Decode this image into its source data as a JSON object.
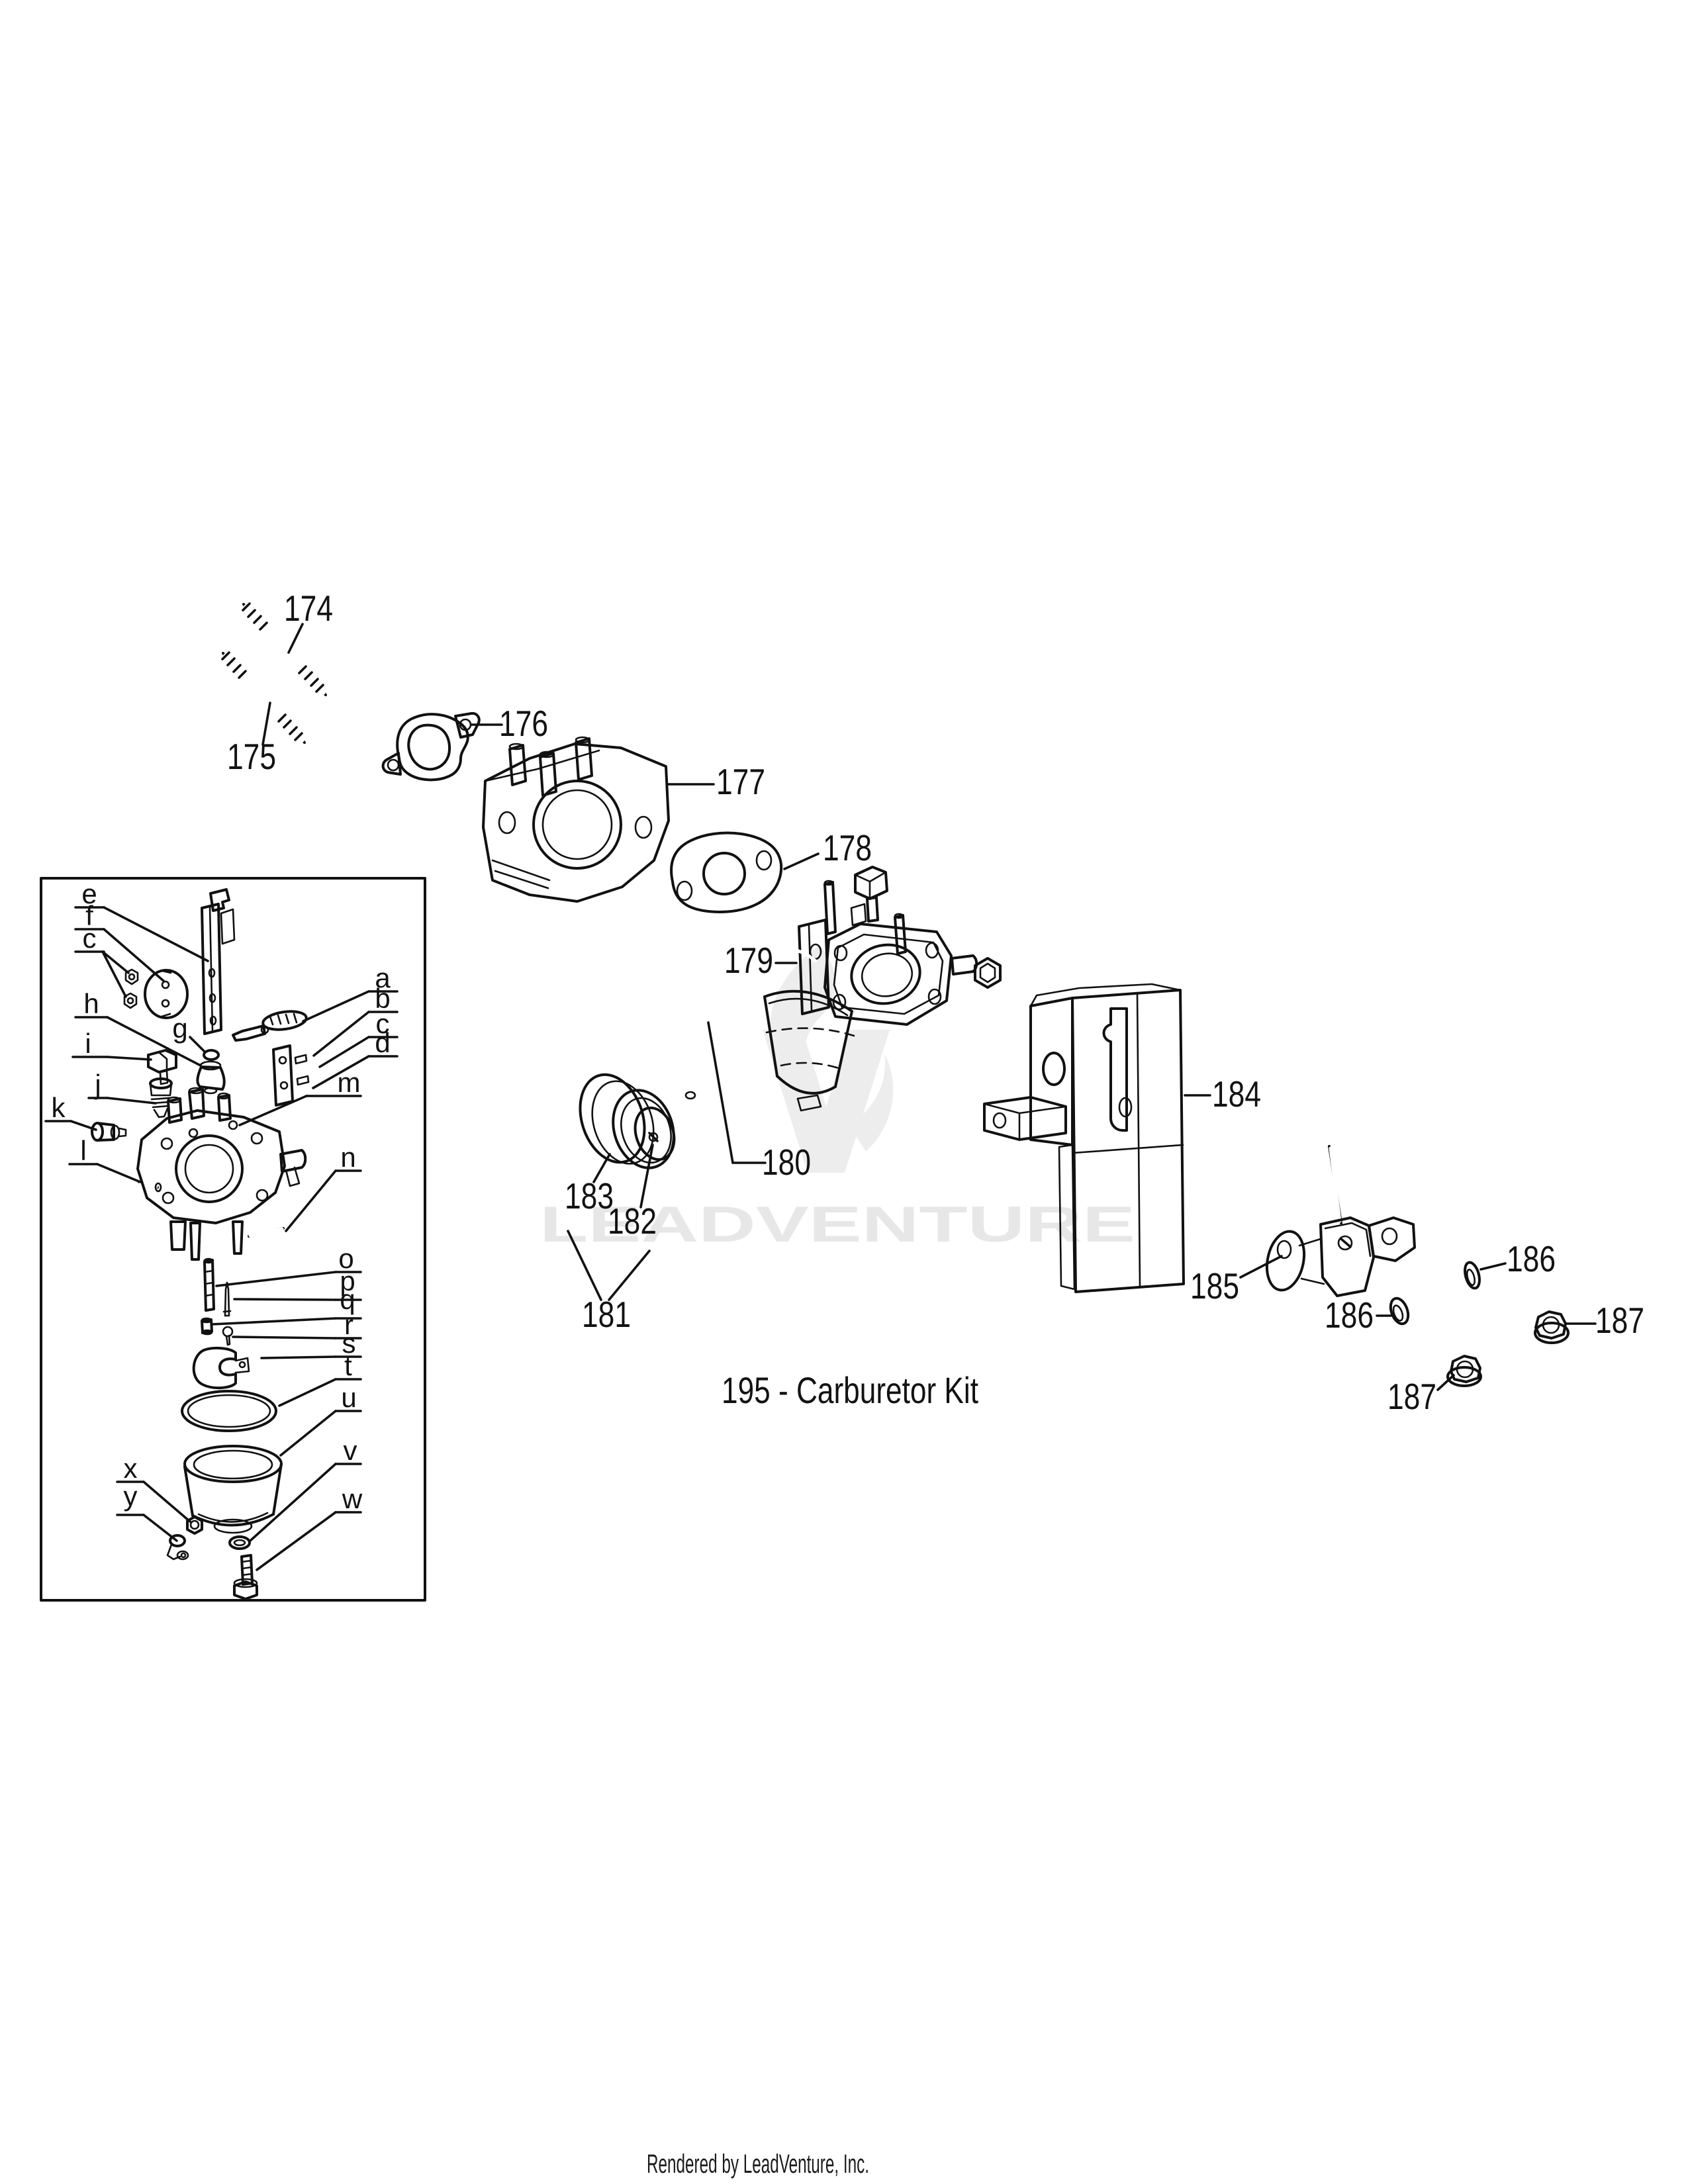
{
  "page": {
    "background_color": "#ffffff",
    "line_color": "#111111",
    "title": "195 - Carburetor Kit",
    "footer_text": "Rendered by LeadVenture, Inc.",
    "watermark": {
      "text": "LEADVENTURE",
      "color": "#e7e7e7",
      "logo_icon": "leadventure-flame-v"
    }
  },
  "exploded_view": {
    "part_numbers": {
      "p174": "174",
      "p175": "175",
      "p176": "176",
      "p177": "177",
      "p178": "178",
      "p179": "179",
      "p180": "180",
      "p181": "181",
      "p182": "182",
      "p183": "183",
      "p184": "184",
      "p185": "185",
      "p186_left": "186",
      "p186_right": "186",
      "p187_right": "187",
      "p187_bottom": "187"
    }
  },
  "carburetor_detail_inset": {
    "item_letters": {
      "a": "a",
      "b": "b",
      "c_upper": "c",
      "c_right": "c",
      "d": "d",
      "e": "e",
      "f": "f",
      "g": "g",
      "h": "h",
      "i": "i",
      "j": "j",
      "k": "k",
      "l": "l",
      "m": "m",
      "n": "n",
      "o": "o",
      "p": "p",
      "q": "q",
      "r": "r",
      "s": "s",
      "t": "t",
      "u": "u",
      "v": "v",
      "w": "w",
      "x": "x",
      "y": "y"
    }
  }
}
